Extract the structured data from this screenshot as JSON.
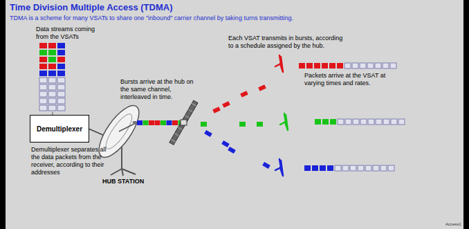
{
  "diagram": {
    "title": "Time Division Multiple Access (TDMA)",
    "nodes": [
      {
        "text": [
          "Demultiplexer"
        ]
      }
    ],
    "labels": [
      "TDMA is a scheme for many VSATs to share one \"inbound\" carrier channel by taking turns transmitting.",
      "Data streams coming from the VSATs",
      "Bursts arrive at the hub on the same channel, interleaved in time.",
      "Each VSAT transmits in bursts, according to a schedule assigned by the hub.",
      "Packets arrive at the VSAT at varying times and rates.",
      "Demultiplexer separates all the data packets from the receiver, according to their addresses",
      "HUB STATION",
      "Access1"
    ]
  }
}
